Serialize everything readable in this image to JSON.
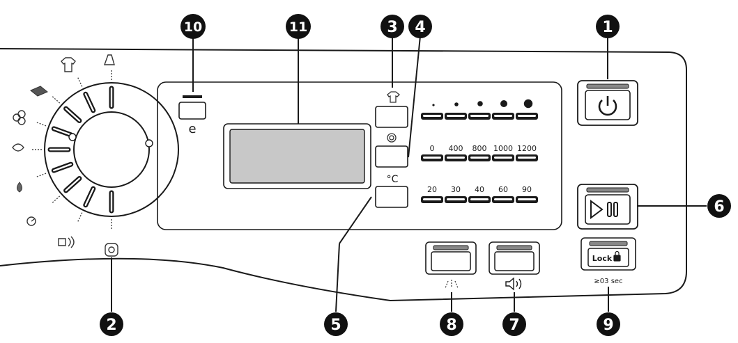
{
  "callouts": {
    "c1": "1",
    "c2": "2",
    "c3": "3",
    "c4": "4",
    "c5": "5",
    "c6": "6",
    "c7": "7",
    "c8": "8",
    "c9": "9",
    "c10": "10",
    "c11": "11"
  },
  "buttons": {
    "eco_label": "e",
    "lock_label": "Lock",
    "lock_hint": "≥03 sec"
  },
  "spin_speeds": [
    "0",
    "400",
    "800",
    "1000",
    "1200"
  ],
  "temperatures": [
    "20",
    "30",
    "40",
    "60",
    "90"
  ],
  "temp_unit": "°C",
  "icons": {
    "power": "power-icon",
    "start_pause": "play-pause-icon",
    "lock": "padlock-icon",
    "rinse": "spray-icon",
    "sound": "speaker-icon",
    "soil": "shirt-icon",
    "spin": "spin-icon"
  },
  "colors": {
    "line": "#1a1a1a",
    "display": "#c8c8c8",
    "callout_fill": "#111111"
  }
}
